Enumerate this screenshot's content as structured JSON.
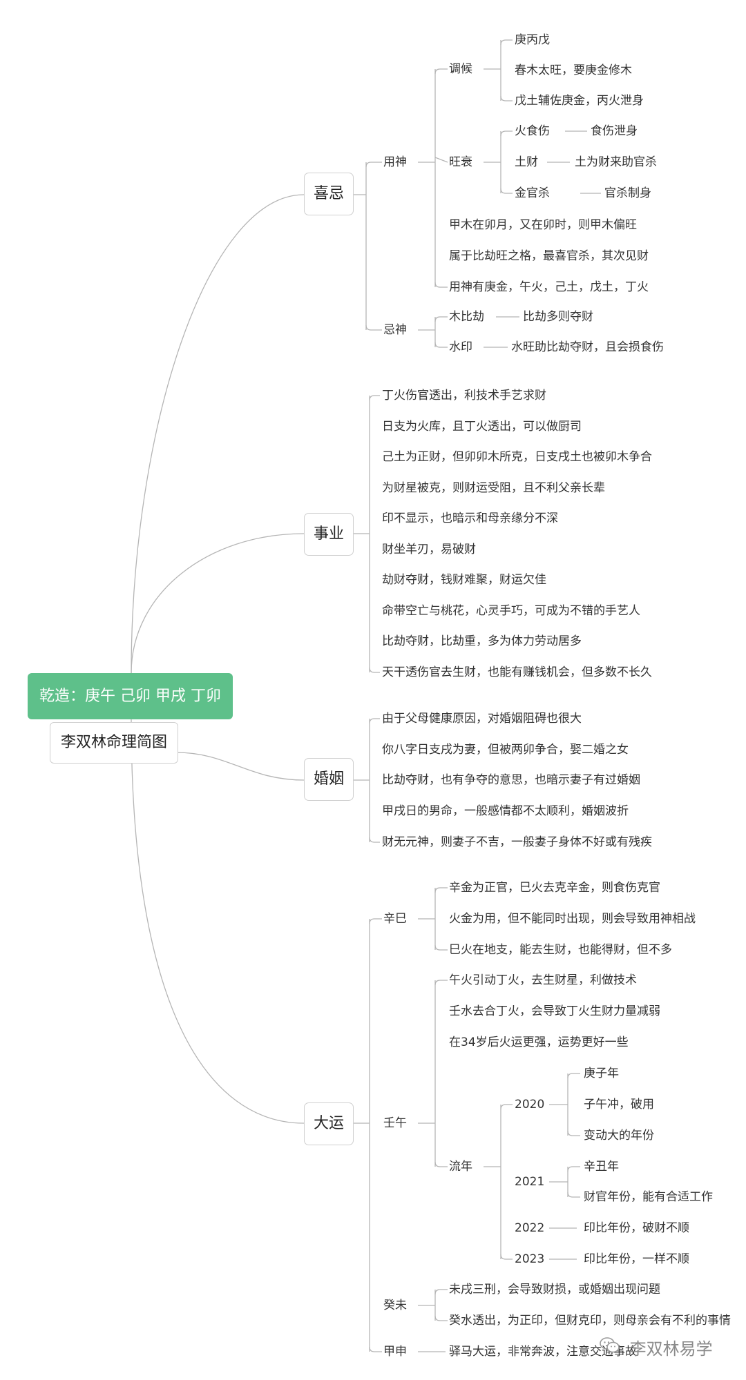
{
  "header": {
    "title": "乾造：庚午 己卯 甲戌 丁卯",
    "root": "李双林命理简图"
  },
  "branches": {
    "xiji": "喜忌",
    "shiye": "事业",
    "hunyin": "婚姻",
    "dayun": "大运"
  },
  "xiji": {
    "yongshen": "用神",
    "tiaohou": "调候",
    "tiaohou_items": [
      "庚丙戊",
      "春木太旺，要庚金修木",
      "戊土辅佐庚金，丙火泄身"
    ],
    "wangshuai": "旺衰",
    "wangshuai_items": [
      {
        "a": "火食伤",
        "b": "食伤泄身"
      },
      {
        "a": "土财",
        "b": "土为财来助官杀"
      },
      {
        "a": "金官杀",
        "b": "官杀制身"
      }
    ],
    "yongshen_notes": [
      "甲木在卯月，又在卯时，则甲木偏旺",
      "属于比劫旺之格，最喜官杀，其次见财",
      "用神有庚金，午火，己土，戊土，丁火"
    ],
    "jishen": "忌神",
    "jishen_items": [
      {
        "a": "木比劫",
        "b": "比劫多则夺财"
      },
      {
        "a": "水印",
        "b": "水旺助比劫夺财，且会损食伤"
      }
    ]
  },
  "shiye": {
    "items": [
      "丁火伤官透出，利技术手艺求财",
      "日支为火库，且丁火透出，可以做厨司",
      "己土为正财，但卯卯木所克，日支戌土也被卯木争合",
      "为财星被克，则财运受阻，且不利父亲长辈",
      "印不显示，也暗示和母亲缘分不深",
      "财坐羊刃，易破财",
      "劫财夺财，钱财难聚，财运欠佳",
      "命带空亡与桃花，心灵手巧，可成为不错的手艺人",
      "比劫夺财，比劫重，多为体力劳动居多",
      "天干透伤官去生财，也能有赚钱机会，但多数不长久"
    ]
  },
  "hunyin": {
    "items": [
      "由于父母健康原因，对婚姻阻碍也很大",
      "你八字日支戌为妻，但被两卯争合，娶二婚之女",
      "比劫夺财，也有争夺的意思，也暗示妻子有过婚姻",
      "甲戌日的男命，一般感情都不太顺利，婚姻波折",
      "财无元神，则妻子不吉，一般妻子身体不好或有残疾"
    ]
  },
  "dayun": {
    "xinsi": "辛巳",
    "xinsi_items": [
      "辛金为正官，巳火去克辛金，则食伤克官",
      "火金为用，但不能同时出现，则会导致用神相战",
      "巳火在地支，能去生财，也能得财，但不多"
    ],
    "wuwu": "壬午",
    "wuwu_items": [
      "午火引动丁火，去生财星，利做技术",
      "壬水去合丁火，会导致丁火生财力量减弱",
      "在34岁后火运更强，运势更好一些"
    ],
    "liunian": "流年",
    "years": [
      {
        "year": "2020",
        "items": [
          "庚子年",
          "子午冲，破用",
          "变动大的年份"
        ]
      },
      {
        "year": "2021",
        "items": [
          "辛丑年",
          "财官年份，能有合适工作"
        ]
      },
      {
        "year": "2022",
        "items": [
          "印比年份，破财不顺"
        ]
      },
      {
        "year": "2023",
        "items": [
          "印比年份，一样不顺"
        ]
      }
    ],
    "guiwei": "癸未",
    "guiwei_items": [
      "未戌三刑，会导致财损，或婚姻出现问题",
      "癸水透出，为正印，但财克印，则母亲会有不利的事情"
    ],
    "jiashen": "甲申",
    "jiashen_item": "驿马大运，非常奔波，注意交通事故"
  },
  "watermark": {
    "text": "李双林易学",
    "icon": "wechat-icon"
  },
  "colors": {
    "title_bg": "#5ec08a",
    "line": "#b5b5b5",
    "text": "#333333"
  }
}
